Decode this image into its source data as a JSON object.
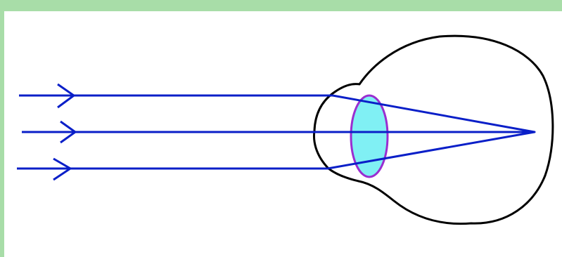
{
  "diagram": {
    "colors": {
      "frame": "#A8DDA8",
      "background": "#FFFFFF",
      "rays": "#0A1FC8",
      "eye_outline": "#000000",
      "lens_fill": "#80F0F4",
      "lens_outline": "#9A2ED0"
    },
    "elements": {
      "rays": [
        "upper-ray",
        "middle-ray",
        "lower-ray"
      ],
      "eyeball": "eyeball-outline",
      "lens": "eye-lens",
      "focal_point": "focal-point"
    }
  }
}
